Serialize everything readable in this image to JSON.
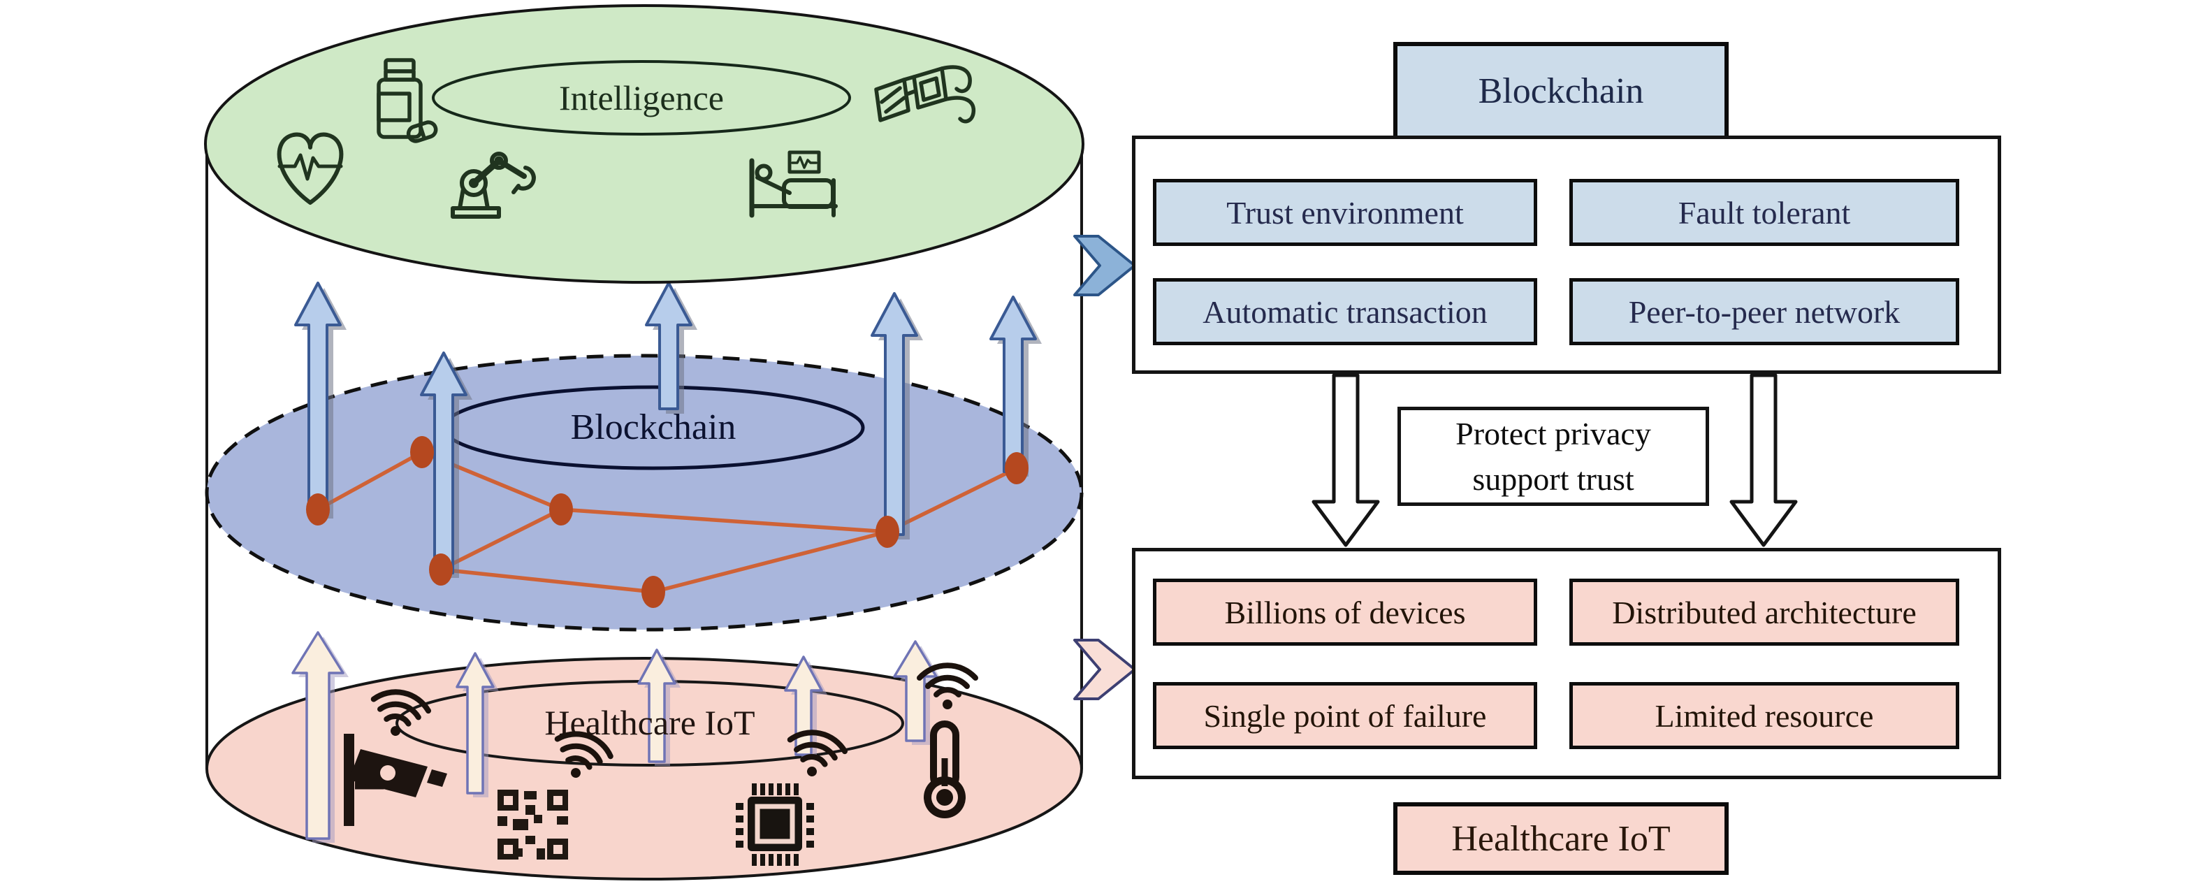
{
  "left_diagram": {
    "layers": [
      {
        "id": "intelligence",
        "label": "Intelligence",
        "fill": "#cfe9c6"
      },
      {
        "id": "blockchain",
        "label": "Blockchain",
        "fill": "#a9b6dc"
      },
      {
        "id": "healthcare_iot",
        "label": "Healthcare IoT",
        "fill": "#f8d5cc"
      }
    ],
    "intelligence_icons": [
      "heart-monitor-icon",
      "medicine-bottle-icon",
      "robot-arm-icon",
      "smart-glasses-icon",
      "patient-bed-icon"
    ],
    "iot_icons": [
      "security-camera-icon",
      "qr-code-icon",
      "microchip-icon",
      "smart-thermometer-icon"
    ]
  },
  "right_panel": {
    "blockchain_title": "Blockchain",
    "blockchain_features": [
      "Trust environment",
      "Fault tolerant",
      "Automatic transaction",
      "Peer-to-peer network"
    ],
    "bridge_note": {
      "line1": "Protect privacy",
      "line2": "support trust"
    },
    "iot_characteristics": [
      "Billions of devices",
      "Distributed architecture",
      "Single point of failure",
      "Limited resource"
    ],
    "iot_title": "Healthcare IoT"
  },
  "colors": {
    "intelligence_fill": "#cfe9c6",
    "blockchain_fill": "#a9b6dc",
    "iot_fill": "#f8d5cc",
    "feature_box_fill": "#ccdcea",
    "iot_box_fill": "#f9d7cf",
    "node_color": "#b5481f",
    "link_color": "#cf6236",
    "up_arrow_blue": "#b7cdeb",
    "up_arrow_cream": "#faeede"
  }
}
